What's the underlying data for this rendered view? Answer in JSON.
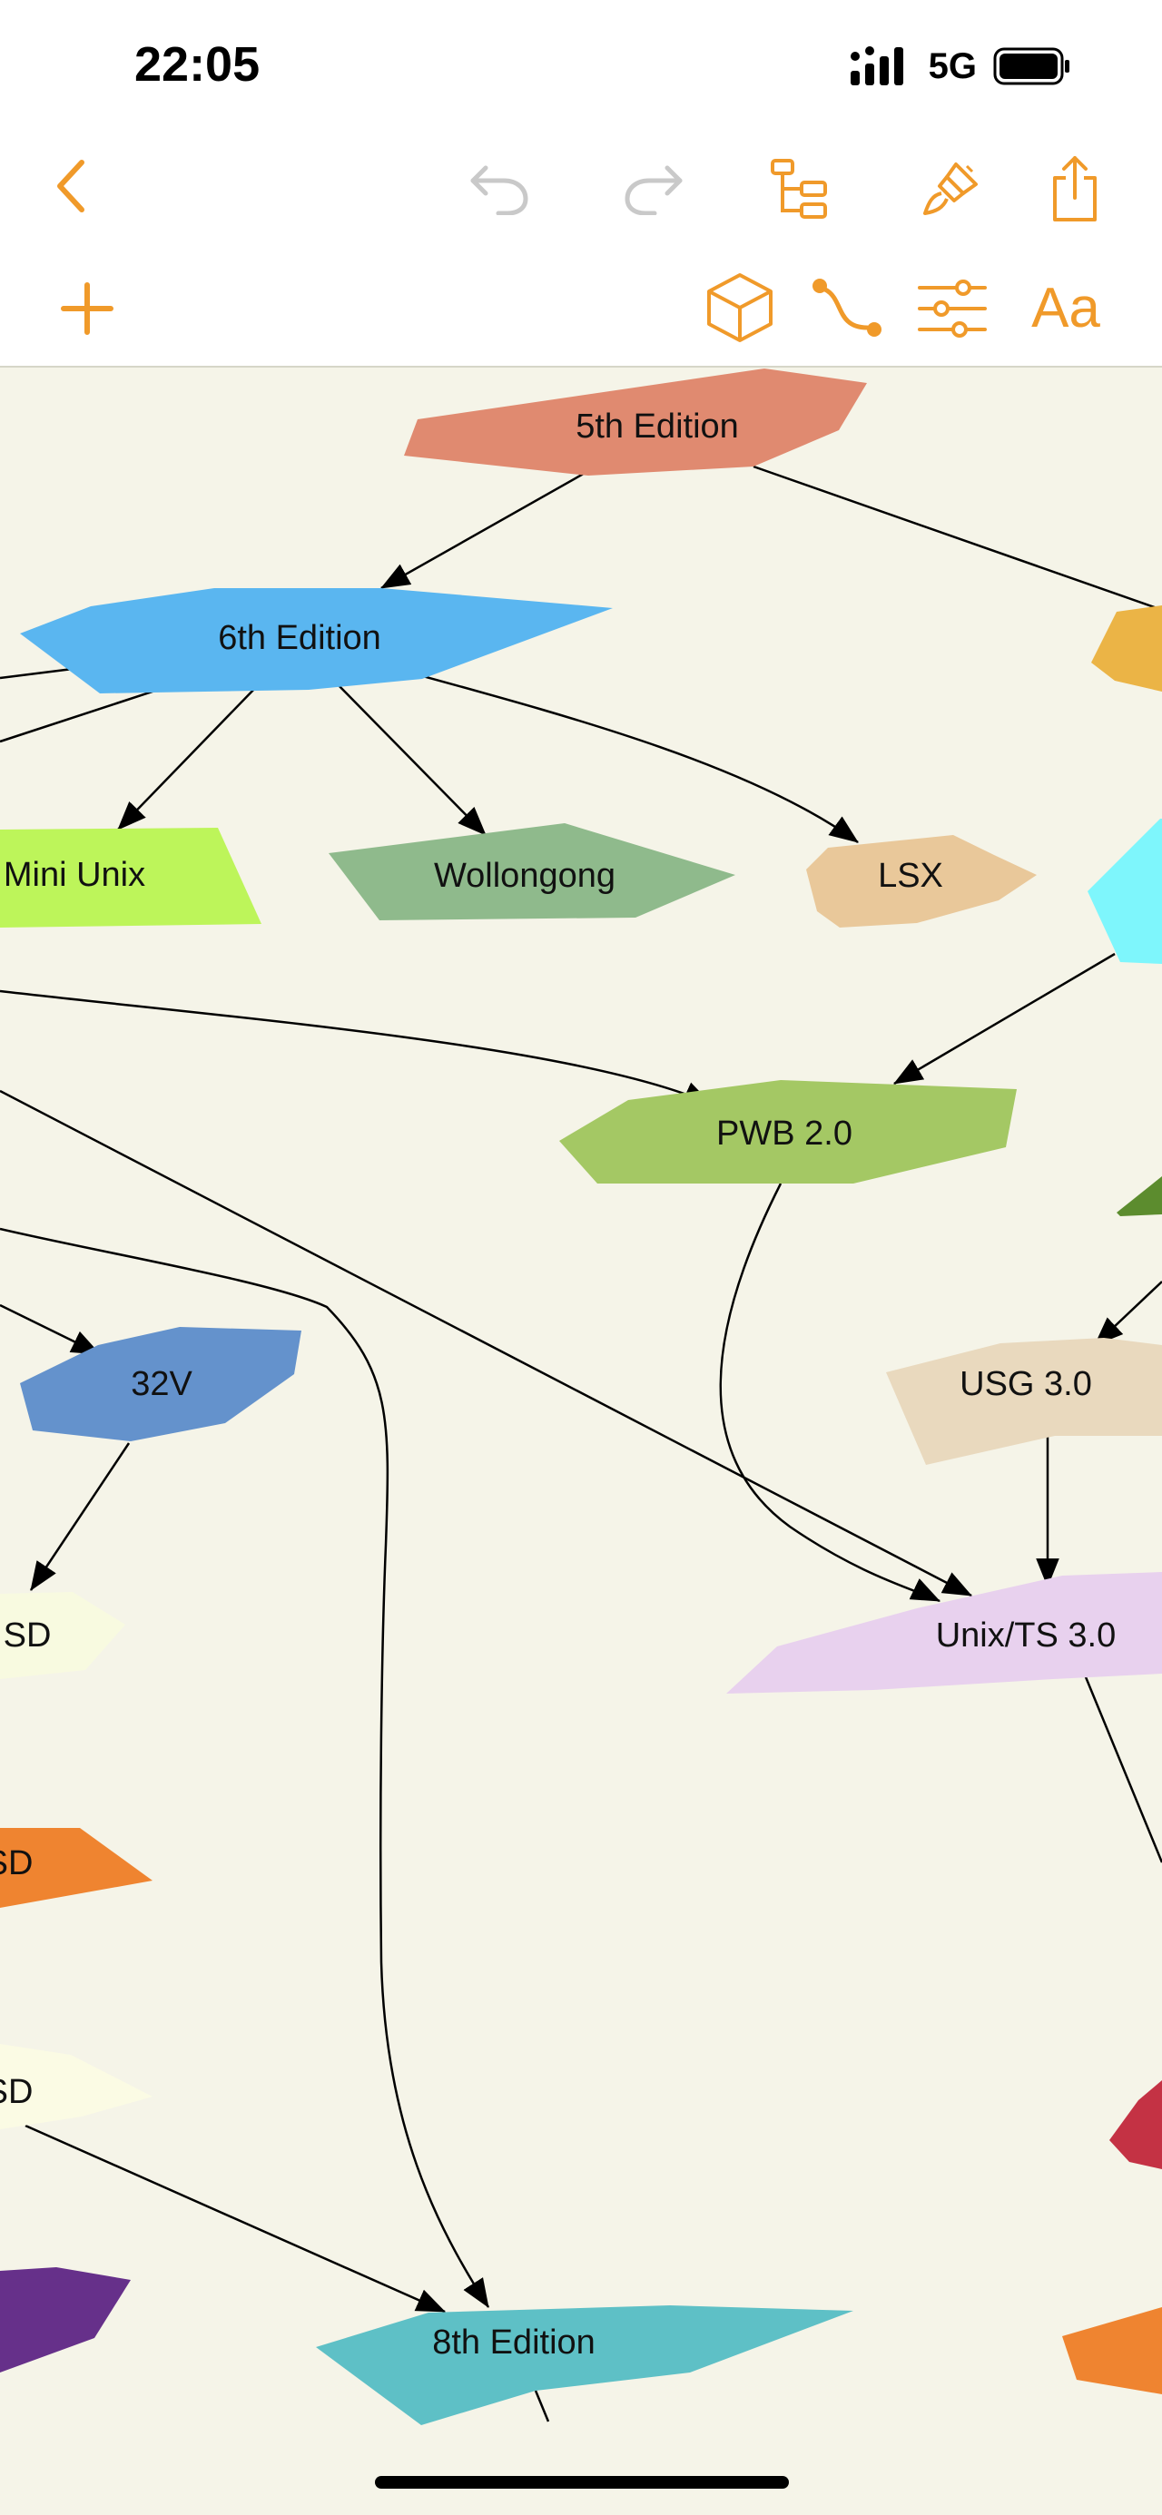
{
  "status_bar": {
    "time": "22:05",
    "network": "5G",
    "battery_level": 1.0
  },
  "toolbar": {
    "accent_color": "#f09a2a",
    "disabled_color": "#c9c9c9",
    "row1": [
      {
        "icon": "chevron-left-icon",
        "enabled": true
      },
      {
        "icon": "undo-icon",
        "enabled": false
      },
      {
        "icon": "redo-icon",
        "enabled": false
      },
      {
        "icon": "outline-tree-icon",
        "enabled": true
      },
      {
        "icon": "paintbrush-icon",
        "enabled": true
      },
      {
        "icon": "share-icon",
        "enabled": true
      }
    ],
    "row2": [
      {
        "icon": "plus-icon",
        "enabled": true
      },
      {
        "icon": "shape-cube-icon",
        "enabled": true
      },
      {
        "icon": "connector-icon",
        "enabled": true
      },
      {
        "icon": "sliders-icon",
        "enabled": true
      },
      {
        "icon": "text-style-icon",
        "label": "Aa",
        "enabled": true
      }
    ]
  },
  "diagram": {
    "background": "#f5f4e8",
    "nodes": [
      {
        "id": "n5th",
        "label": "5th Edition",
        "color": "#e08a70"
      },
      {
        "id": "n6th",
        "label": "6th Edition",
        "color": "#5ab6f0"
      },
      {
        "id": "nminiunix",
        "label": "Mini Unix",
        "color": "#bdf55a"
      },
      {
        "id": "nwollongong",
        "label": "Wollongong",
        "color": "#8fba8c"
      },
      {
        "id": "nlsx",
        "label": "LSX",
        "color": "#e9c89a"
      },
      {
        "id": "npwb",
        "label": "PWB 2.0",
        "color": "#a4c864"
      },
      {
        "id": "n32v",
        "label": "32V",
        "color": "#6492cc"
      },
      {
        "id": "nusg",
        "label": "USG 3.0",
        "color": "#e9d9be"
      },
      {
        "id": "nbsd1",
        "label": "SD",
        "color": "#f8fae0"
      },
      {
        "id": "nunixts",
        "label": "Unix/TS 3.0",
        "color": "#e8d1ee"
      },
      {
        "id": "nbsd2",
        "label": "SD",
        "color": "#ef8430"
      },
      {
        "id": "nbsd3",
        "label": "SD",
        "color": "#fbfbe4"
      },
      {
        "id": "n8th",
        "label": "8th Edition",
        "color": "#5ec0c6"
      },
      {
        "id": "norange_right",
        "label": "",
        "color": "#ebb446"
      },
      {
        "id": "ncyan_right",
        "label": "",
        "color": "#7ef6fc"
      },
      {
        "id": "ngreen_right",
        "label": "",
        "color": "#5c8c2e"
      },
      {
        "id": "nred_right",
        "label": "",
        "color": "#c43244"
      },
      {
        "id": "npurple_left",
        "label": "",
        "color": "#66308a"
      },
      {
        "id": "norange_right2",
        "label": "",
        "color": "#ef8430"
      }
    ]
  }
}
